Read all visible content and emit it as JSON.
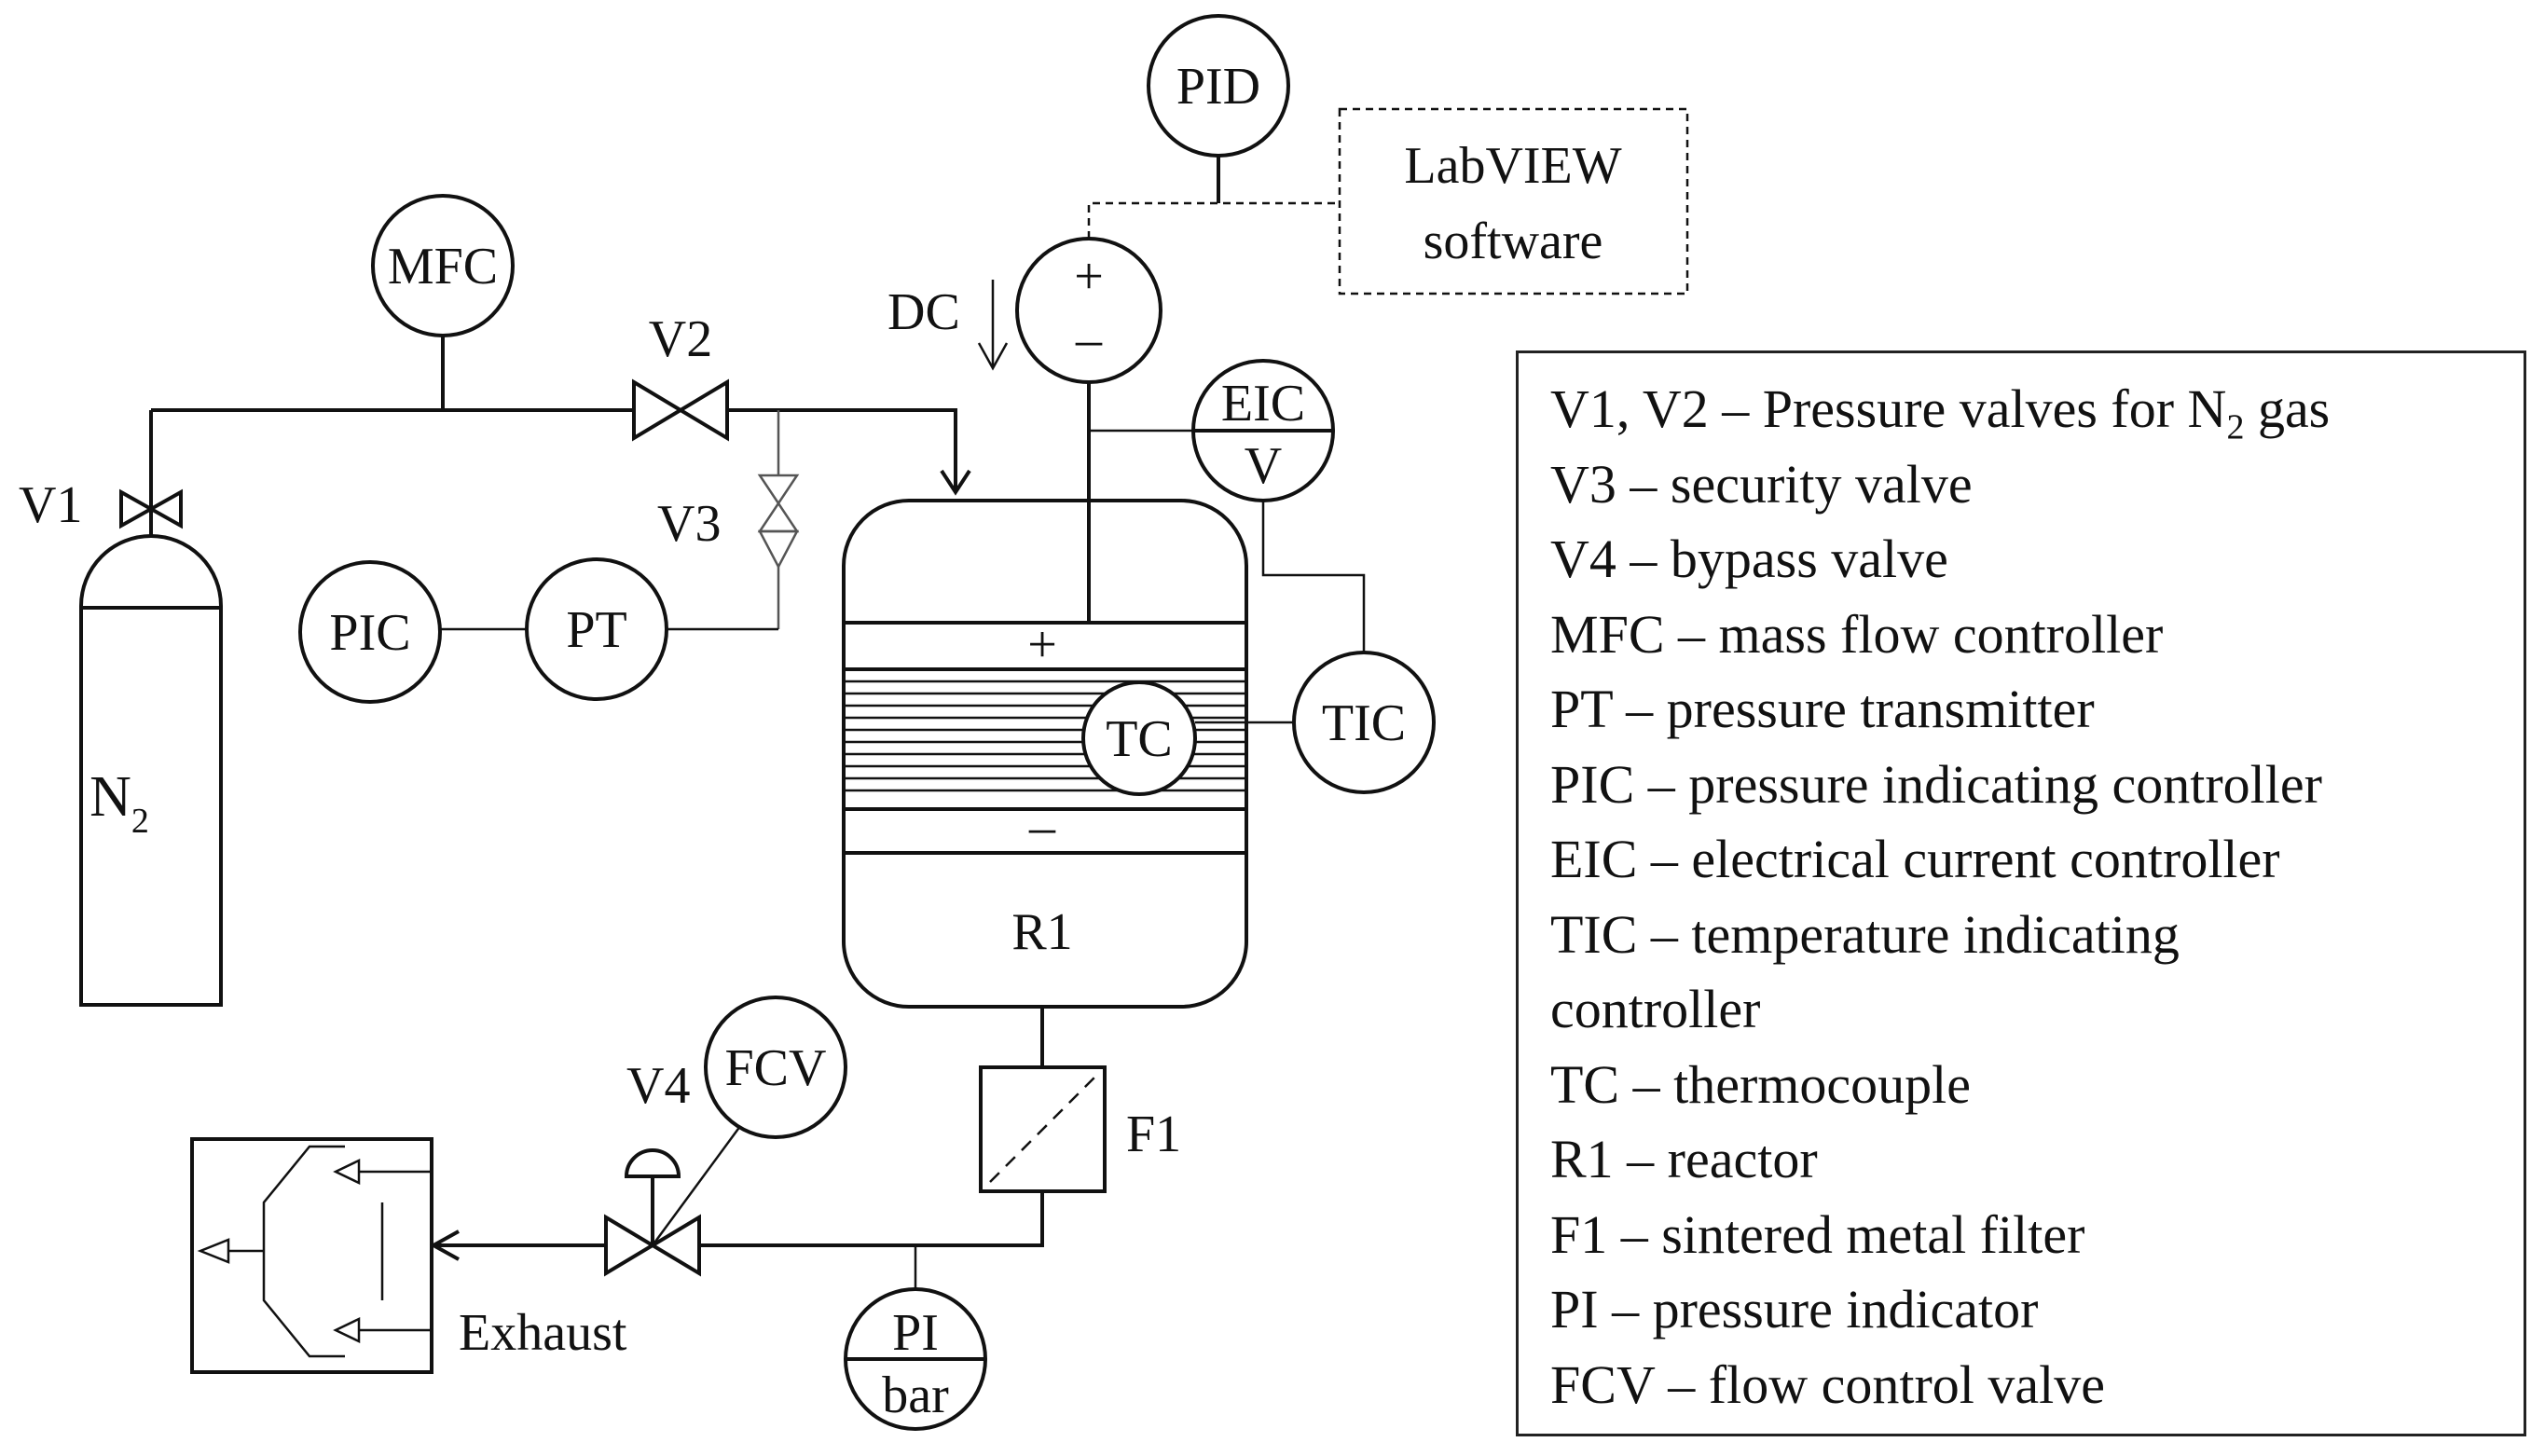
{
  "instruments": {
    "pid": "PID",
    "mfc": "MFC",
    "pic": "PIC",
    "pt": "PT",
    "eic_top": "EIC",
    "eic_bottom": "V",
    "tic": "TIC",
    "tc": "TC",
    "fcv": "FCV",
    "pi_top": "PI",
    "pi_bottom": "bar"
  },
  "software": {
    "line1": "LabVIEW",
    "line2": "software"
  },
  "labels": {
    "v1": "V1",
    "v2": "V2",
    "v3": "V3",
    "v4": "V4",
    "dc": "DC",
    "f1": "F1",
    "r1": "R1",
    "gas_main": "N",
    "gas_sub": "2",
    "exhaust": "Exhaust",
    "power_plus": "+",
    "power_minus": "–",
    "electrode_plus": "+",
    "electrode_minus": "–"
  },
  "legend": [
    {
      "pre": "V1, V2 – Pressure valves for N",
      "sub": "2",
      "post": " gas"
    },
    {
      "pre": "V3 – security valve"
    },
    {
      "pre": "V4 – bypass valve"
    },
    {
      "pre": "MFC – mass flow controller"
    },
    {
      "pre": "PT – pressure transmitter"
    },
    {
      "pre": "PIC – pressure indicating controller"
    },
    {
      "pre": "EIC – electrical current controller"
    },
    {
      "pre": "TIC – temperature indicating"
    },
    {
      "pre": "controller"
    },
    {
      "pre": "TC – thermocouple"
    },
    {
      "pre": "R1 – reactor"
    },
    {
      "pre": "F1 – sintered metal filter"
    },
    {
      "pre": "PI – pressure indicator"
    },
    {
      "pre": "FCV – flow control valve"
    }
  ]
}
